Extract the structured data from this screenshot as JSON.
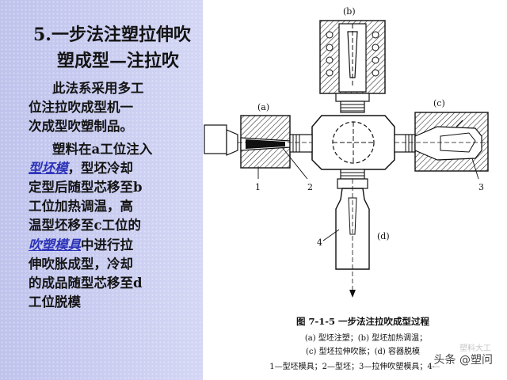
{
  "slide": {
    "title_line1": "5.一步法注塑拉伸吹",
    "title_line2": "塑成型—注拉吹",
    "para1": [
      "此法系采用多工",
      "位注拉吹成型机一",
      "次成型吹塑制品。"
    ],
    "para2": {
      "l1": "塑料在a工位注入",
      "kw1": "型坯模",
      "l2_rest": "，型坯冷却",
      "l3": "定型后随型芯移至b",
      "l4": "工位加热调温，高",
      "l5": "温型坯移至c工位的",
      "kw2": "吹塑模具",
      "l6_rest": "中进行拉",
      "l7": "伸吹胀成型，冷却",
      "l8": "的成品随型芯移至d",
      "l9": "工位脱模"
    },
    "accent_color": "#2d33b8",
    "panel_color": "#c8cbf0"
  },
  "figure": {
    "labels": {
      "a": "(a)",
      "b": "(b)",
      "c": "(c)",
      "d": "(d)",
      "n1": "1",
      "n2": "2",
      "n3": "3",
      "n4": "4"
    },
    "caption_title": "图 7-1-5    一步法注拉吹成型过程",
    "caption_line1": "(a) 型坯注塑；(b) 型坯加热调温；",
    "caption_line2": "(c) 型坯拉伸吹胀；(d) 容器脱模",
    "caption_line3": "1—型坯模具；2—型坯；3—拉伸吹塑模具；4—",
    "watermark": "头条 @塑问",
    "watermark_faint": "塑料大工"
  }
}
